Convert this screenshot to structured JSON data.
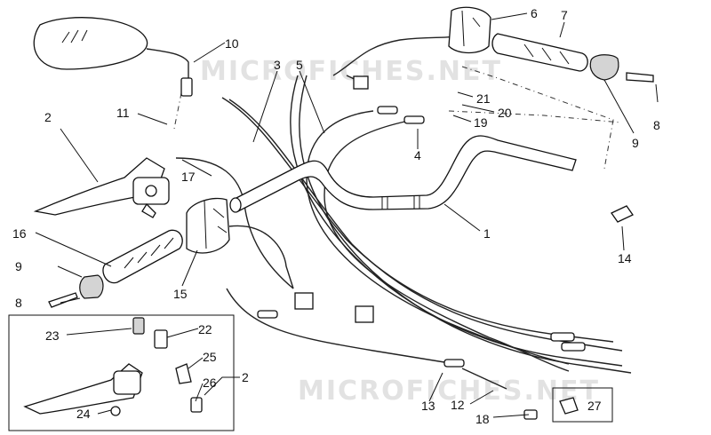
{
  "watermark": "MICROFICHES.NET",
  "callouts": [
    "1",
    "2",
    "3",
    "4",
    "5",
    "6",
    "7",
    "8",
    "9",
    "10",
    "11",
    "12",
    "13",
    "14",
    "15",
    "16",
    "17",
    "18",
    "19",
    "20",
    "21",
    "22",
    "23",
    "24",
    "25",
    "26",
    "27"
  ],
  "labels": {
    "c1": "1",
    "c2a": "2",
    "c2b": "2",
    "c3": "3",
    "c4": "4",
    "c5": "5",
    "c6": "6",
    "c7": "7",
    "c8a": "8",
    "c8b": "8",
    "c9a": "9",
    "c9b": "9",
    "c10": "10",
    "c11": "11",
    "c12": "12",
    "c13": "13",
    "c14": "14",
    "c15": "15",
    "c16": "16",
    "c17": "17",
    "c18": "18",
    "c19": "19",
    "c20": "20",
    "c21": "21",
    "c22": "22",
    "c23": "23",
    "c24": "24",
    "c25": "25",
    "c26": "26",
    "c27": "27"
  },
  "colors": {
    "line": "#111111",
    "fill": "#ffffff",
    "shade": "#d4d4d4",
    "watermark": "#e2e2e2"
  }
}
